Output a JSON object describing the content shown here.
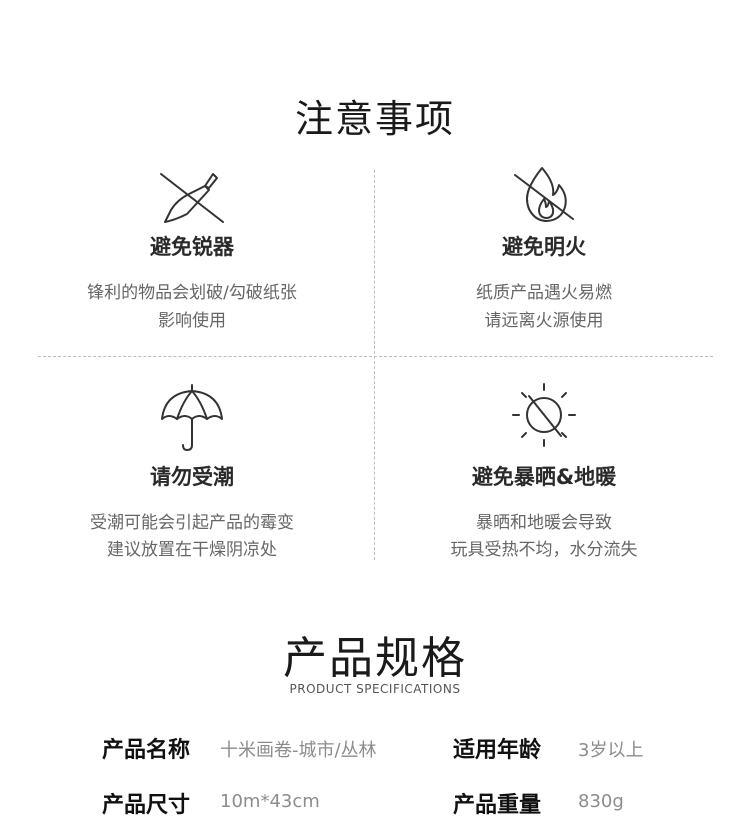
{
  "notice": {
    "title": "注意事项",
    "items": [
      {
        "icon": "no-knife-icon",
        "title": "避免锐器",
        "desc_line1": "锋利的物品会划破/勾破纸张",
        "desc_line2": "影响使用"
      },
      {
        "icon": "no-fire-icon",
        "title": "避免明火",
        "desc_line1": "纸质产品遇火易燃",
        "desc_line2": "请远离火源使用"
      },
      {
        "icon": "umbrella-icon",
        "title": "请勿受潮",
        "desc_line1": "受潮可能会引起产品的霉变",
        "desc_line2": "建议放置在干燥阴凉处"
      },
      {
        "icon": "no-sun-icon",
        "title": "避免暴晒&地暖",
        "desc_line1": "暴晒和地暖会导致",
        "desc_line2": "玩具受热不均，水分流失"
      }
    ]
  },
  "specs": {
    "title": "产品规格",
    "subtitle": "PRODUCT SPECIFICATIONS",
    "rows": [
      {
        "label": "产品名称",
        "value": "十米画卷-城市/丛林"
      },
      {
        "label": "适用年龄",
        "value": "3岁以上"
      },
      {
        "label": "产品尺寸",
        "value": "10m*43cm"
      },
      {
        "label": "产品重量",
        "value": "830g"
      }
    ]
  },
  "colors": {
    "text": "#222222",
    "muted": "#8c8c8c",
    "divider": "#bdbdbd"
  }
}
